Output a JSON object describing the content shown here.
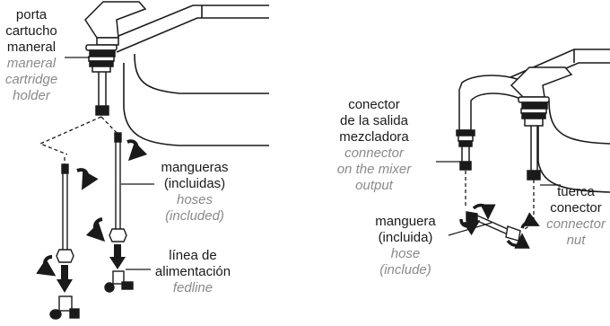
{
  "colors": {
    "line": "#1a1a1a",
    "label_spanish": "#1a1a1a",
    "label_english": "#8a8a8a",
    "background": "#ffffff"
  },
  "labels": {
    "cartridge_holder": {
      "es": [
        "porta",
        "cartucho",
        "maneral"
      ],
      "en": [
        "maneral",
        "cartridge",
        "holder"
      ]
    },
    "hoses": {
      "es": [
        "mangueras",
        "(incluidas)"
      ],
      "en": [
        "hoses",
        "(included)"
      ]
    },
    "feedline": {
      "es": [
        "línea de",
        "alimentación"
      ],
      "en": [
        "fedline"
      ]
    },
    "mixer_connector": {
      "es": [
        "conector",
        "de la salida",
        "mezcladora"
      ],
      "en": [
        "connector",
        "on the mixer",
        "output"
      ]
    },
    "hose_single": {
      "es": [
        "manguera",
        "(incluida)"
      ],
      "en": [
        "hose",
        "(include)"
      ]
    },
    "connector_nut": {
      "es": [
        "tuerca",
        "conector"
      ],
      "en": [
        "connector",
        "nut"
      ]
    }
  },
  "icons": [
    "faucet-handle-icon",
    "rotate-arrow-icon",
    "down-arrow-icon",
    "shutoff-valve-icon",
    "spout-icon",
    "tub-deck-icon"
  ]
}
